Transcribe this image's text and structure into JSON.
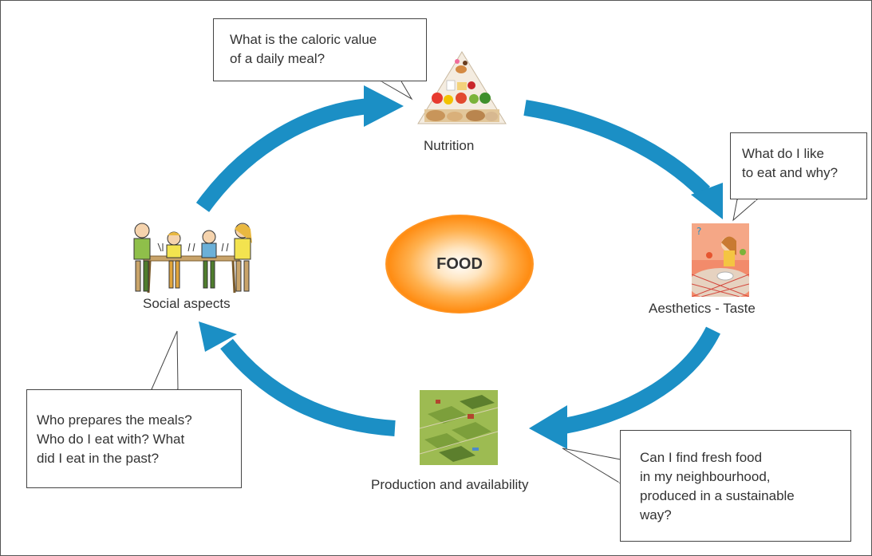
{
  "center": {
    "label": "FOOD"
  },
  "nodes": {
    "nutrition": {
      "label": "Nutrition",
      "icon": "food-pyramid-icon"
    },
    "aesthetics": {
      "label": "Aesthetics - Taste",
      "icon": "woman-eating-icon"
    },
    "production": {
      "label": "Production and availability",
      "icon": "farmland-icon"
    },
    "social": {
      "label": "Social aspects",
      "icon": "family-table-icon"
    }
  },
  "bubbles": {
    "nutrition": [
      "What is the caloric value",
      "of a daily meal?"
    ],
    "aesthetics": [
      "What do I like",
      "to eat and why?"
    ],
    "social": [
      "Who prepares the meals?",
      "Who do I eat with? What",
      "did I eat in the past?"
    ],
    "production": [
      "Can I find fresh food",
      "in my neighbourhood,",
      "produced in a sustainable",
      "way?"
    ]
  },
  "colors": {
    "arrow": "#1b8fc5",
    "glow": "#ff8c12",
    "bubble_border": "#444444"
  }
}
